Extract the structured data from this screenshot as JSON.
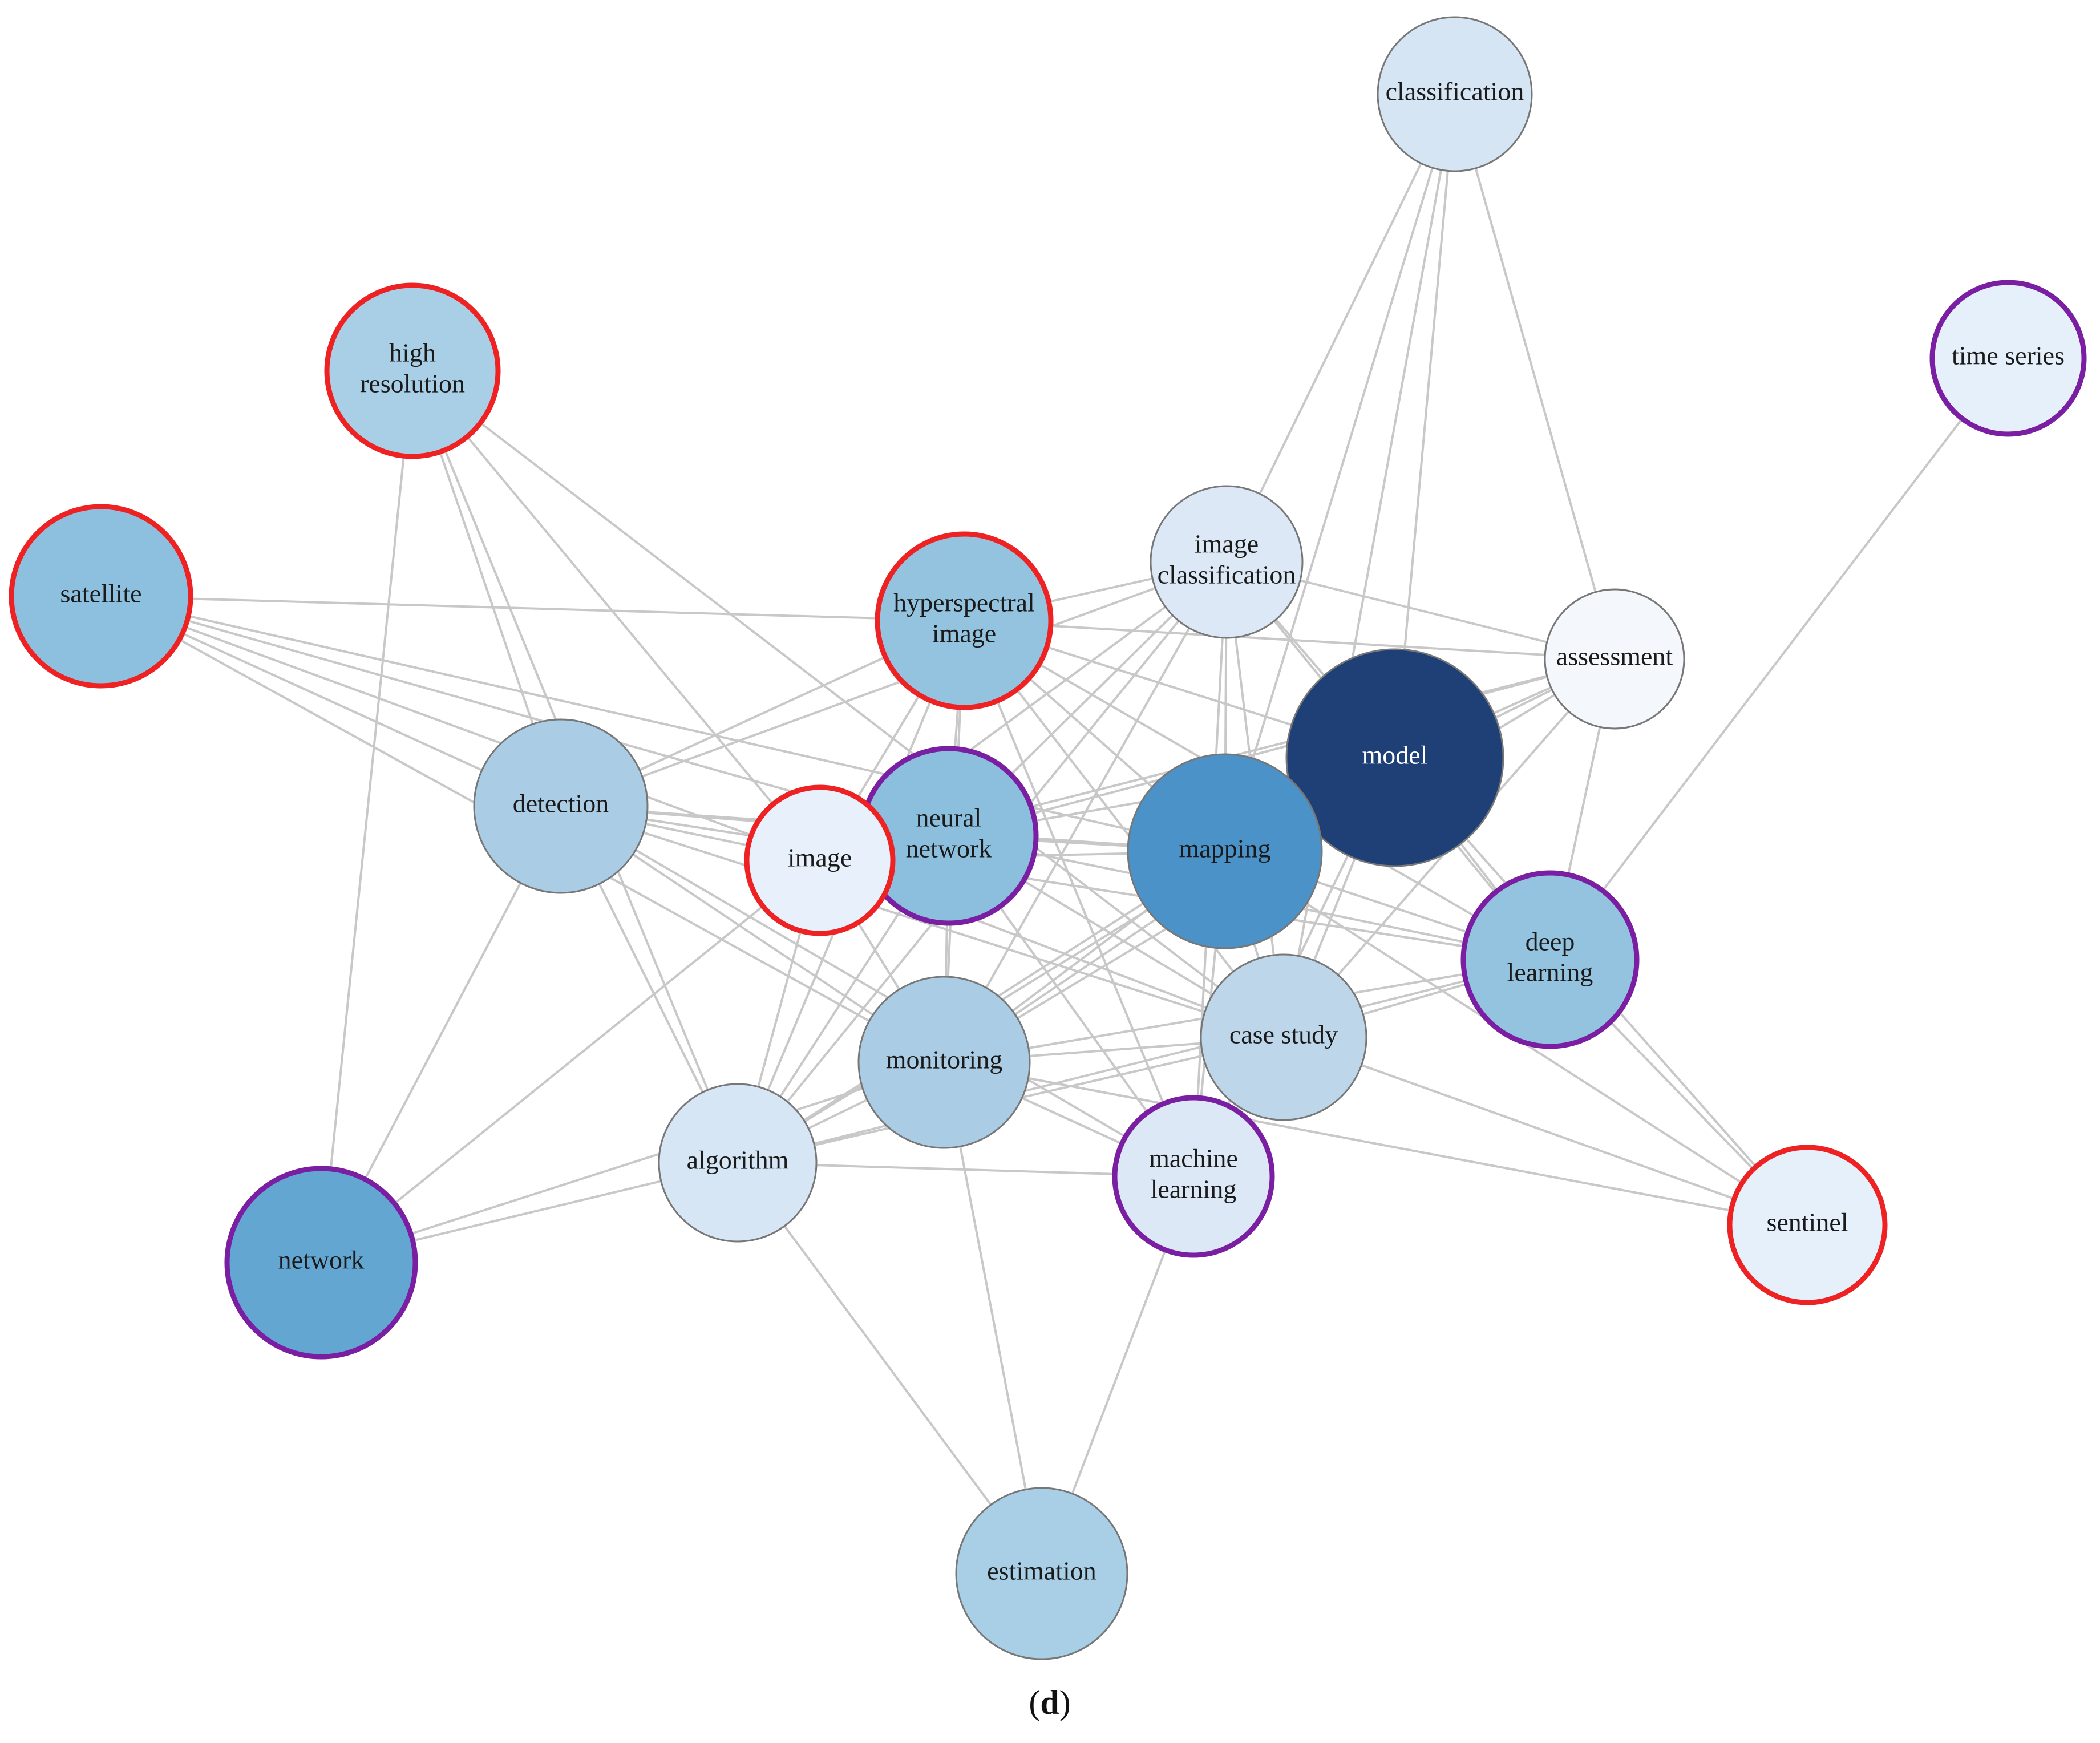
{
  "caption": {
    "open": "(",
    "letter": "d",
    "close": ")"
  },
  "colors": {
    "edge": "#c8c8c8",
    "ring_red": "#ee2222",
    "ring_purple": "#7b1fa2",
    "default_border": "#777777",
    "text_dark": "#1a1a1a",
    "text_light": "#ffffff"
  },
  "nodes": [
    {
      "id": "classification",
      "label": [
        "classification"
      ],
      "fill": "#d5e5f4",
      "ring": "none"
    },
    {
      "id": "high-resolution",
      "label": [
        "high",
        "resolution"
      ],
      "fill": "#a9cfe6",
      "ring": "red"
    },
    {
      "id": "time-series",
      "label": [
        "time series"
      ],
      "fill": "#e6f0fa",
      "ring": "purple"
    },
    {
      "id": "satellite",
      "label": [
        "satellite"
      ],
      "fill": "#8dc0de",
      "ring": "red"
    },
    {
      "id": "image-classification",
      "label": [
        "image",
        "classification"
      ],
      "fill": "#dce8f5",
      "ring": "none"
    },
    {
      "id": "hyperspectral-image",
      "label": [
        "hyperspectral",
        "image"
      ],
      "fill": "#93c3df",
      "ring": "red"
    },
    {
      "id": "assessment",
      "label": [
        "assessment"
      ],
      "fill": "#f4f8fd",
      "ring": "none"
    },
    {
      "id": "detection",
      "label": [
        "detection"
      ],
      "fill": "#aacde5",
      "ring": "none"
    },
    {
      "id": "model",
      "label": [
        "model"
      ],
      "fill": "#1f3f77",
      "ring": "none",
      "light_text": true
    },
    {
      "id": "neural-network",
      "label": [
        "neural",
        "network"
      ],
      "fill": "#8bbfdd",
      "ring": "purple"
    },
    {
      "id": "image",
      "label": [
        "image"
      ],
      "fill": "#e8f1fb",
      "ring": "red"
    },
    {
      "id": "mapping",
      "label": [
        "mapping"
      ],
      "fill": "#4a92c8",
      "ring": "none"
    },
    {
      "id": "deep-learning",
      "label": [
        "deep",
        "learning"
      ],
      "fill": "#93c3df",
      "ring": "purple"
    },
    {
      "id": "case-study",
      "label": [
        "case study"
      ],
      "fill": "#bed6ea",
      "ring": "none"
    },
    {
      "id": "monitoring",
      "label": [
        "monitoring"
      ],
      "fill": "#aacde5",
      "ring": "none"
    },
    {
      "id": "algorithm",
      "label": [
        "algorithm"
      ],
      "fill": "#d7e6f4",
      "ring": "none"
    },
    {
      "id": "machine-learning",
      "label": [
        "machine",
        "learning"
      ],
      "fill": "#dce8f5",
      "ring": "purple"
    },
    {
      "id": "sentinel",
      "label": [
        "sentinel"
      ],
      "fill": "#e6f0fa",
      "ring": "red"
    },
    {
      "id": "network",
      "label": [
        "network"
      ],
      "fill": "#64a6d2",
      "ring": "purple"
    },
    {
      "id": "estimation",
      "label": [
        "estimation"
      ],
      "fill": "#a9cfe6",
      "ring": "none"
    }
  ],
  "edges": [
    [
      "classification",
      "image-classification"
    ],
    [
      "classification",
      "assessment"
    ],
    [
      "classification",
      "mapping"
    ],
    [
      "classification",
      "case-study"
    ],
    [
      "classification",
      "model"
    ],
    [
      "time-series",
      "deep-learning"
    ],
    [
      "high-resolution",
      "network"
    ],
    [
      "high-resolution",
      "detection"
    ],
    [
      "high-resolution",
      "image"
    ],
    [
      "high-resolution",
      "case-study"
    ],
    [
      "high-resolution",
      "algorithm"
    ],
    [
      "satellite",
      "hyperspectral-image"
    ],
    [
      "satellite",
      "detection"
    ],
    [
      "satellite",
      "image"
    ],
    [
      "satellite",
      "monitoring"
    ],
    [
      "satellite",
      "mapping"
    ],
    [
      "satellite",
      "neural-network"
    ],
    [
      "hyperspectral-image",
      "detection"
    ],
    [
      "hyperspectral-image",
      "image"
    ],
    [
      "hyperspectral-image",
      "neural-network"
    ],
    [
      "hyperspectral-image",
      "mapping"
    ],
    [
      "hyperspectral-image",
      "model"
    ],
    [
      "hyperspectral-image",
      "assessment"
    ],
    [
      "hyperspectral-image",
      "case-study"
    ],
    [
      "hyperspectral-image",
      "machine-learning"
    ],
    [
      "hyperspectral-image",
      "deep-learning"
    ],
    [
      "hyperspectral-image",
      "monitoring"
    ],
    [
      "hyperspectral-image",
      "algorithm"
    ],
    [
      "image-classification",
      "hyperspectral-image"
    ],
    [
      "image-classification",
      "neural-network"
    ],
    [
      "image-classification",
      "image"
    ],
    [
      "image-classification",
      "mapping"
    ],
    [
      "image-classification",
      "model"
    ],
    [
      "image-classification",
      "assessment"
    ],
    [
      "image-classification",
      "case-study"
    ],
    [
      "image-classification",
      "deep-learning"
    ],
    [
      "image-classification",
      "monitoring"
    ],
    [
      "image-classification",
      "algorithm"
    ],
    [
      "image-classification",
      "machine-learning"
    ],
    [
      "image-classification",
      "detection"
    ],
    [
      "assessment",
      "model"
    ],
    [
      "assessment",
      "mapping"
    ],
    [
      "assessment",
      "deep-learning"
    ],
    [
      "assessment",
      "case-study"
    ],
    [
      "assessment",
      "neural-network"
    ],
    [
      "assessment",
      "image"
    ],
    [
      "assessment",
      "monitoring"
    ],
    [
      "detection",
      "image"
    ],
    [
      "detection",
      "neural-network"
    ],
    [
      "detection",
      "mapping"
    ],
    [
      "detection",
      "monitoring"
    ],
    [
      "detection",
      "algorithm"
    ],
    [
      "detection",
      "network"
    ],
    [
      "detection",
      "case-study"
    ],
    [
      "detection",
      "machine-learning"
    ],
    [
      "detection",
      "deep-learning"
    ],
    [
      "model",
      "mapping"
    ],
    [
      "model",
      "deep-learning"
    ],
    [
      "model",
      "case-study"
    ],
    [
      "model",
      "neural-network"
    ],
    [
      "model",
      "monitoring"
    ],
    [
      "model",
      "machine-learning"
    ],
    [
      "model",
      "sentinel"
    ],
    [
      "model",
      "algorithm"
    ],
    [
      "neural-network",
      "mapping"
    ],
    [
      "neural-network",
      "monitoring"
    ],
    [
      "neural-network",
      "algorithm"
    ],
    [
      "neural-network",
      "case-study"
    ],
    [
      "neural-network",
      "deep-learning"
    ],
    [
      "neural-network",
      "machine-learning"
    ],
    [
      "image",
      "mapping"
    ],
    [
      "image",
      "monitoring"
    ],
    [
      "image",
      "algorithm"
    ],
    [
      "image",
      "network"
    ],
    [
      "image",
      "case-study"
    ],
    [
      "mapping",
      "deep-learning"
    ],
    [
      "mapping",
      "case-study"
    ],
    [
      "mapping",
      "monitoring"
    ],
    [
      "mapping",
      "algorithm"
    ],
    [
      "mapping",
      "machine-learning"
    ],
    [
      "mapping",
      "sentinel"
    ],
    [
      "deep-learning",
      "case-study"
    ],
    [
      "deep-learning",
      "monitoring"
    ],
    [
      "deep-learning",
      "sentinel"
    ],
    [
      "deep-learning",
      "algorithm"
    ],
    [
      "case-study",
      "monitoring"
    ],
    [
      "case-study",
      "algorithm"
    ],
    [
      "case-study",
      "machine-learning"
    ],
    [
      "case-study",
      "sentinel"
    ],
    [
      "monitoring",
      "algorithm"
    ],
    [
      "monitoring",
      "machine-learning"
    ],
    [
      "monitoring",
      "sentinel"
    ],
    [
      "algorithm",
      "machine-learning"
    ],
    [
      "algorithm",
      "network"
    ],
    [
      "algorithm",
      "estimation"
    ],
    [
      "machine-learning",
      "estimation"
    ],
    [
      "monitoring",
      "estimation"
    ],
    [
      "network",
      "monitoring"
    ]
  ]
}
